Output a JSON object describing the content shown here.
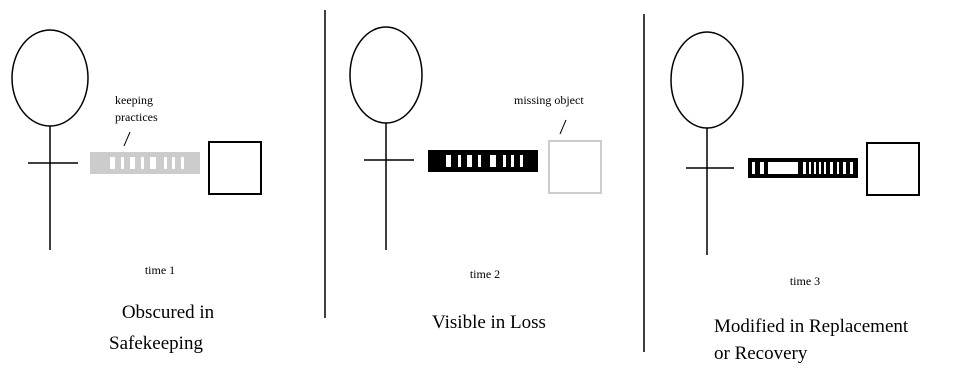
{
  "panels": [
    {
      "annotation_lines": [
        "keeping",
        "practices"
      ],
      "time_label": "time 1",
      "caption_lines": [
        "Obscured in",
        "Safekeeping"
      ],
      "strip_style": "faded",
      "box_style": "solid"
    },
    {
      "annotation_lines": [
        "missing object"
      ],
      "time_label": "time 2",
      "caption_lines": [
        "Visible in Loss"
      ],
      "strip_style": "solid",
      "box_style": "faded"
    },
    {
      "annotation_lines": [],
      "time_label": "time 3",
      "caption_lines": [
        "Modified in Replacement",
        "or Recovery"
      ],
      "strip_style": "modified",
      "box_style": "solid"
    }
  ],
  "colors": {
    "ink": "#000000",
    "faded": "#cccccc",
    "background": "#ffffff"
  }
}
